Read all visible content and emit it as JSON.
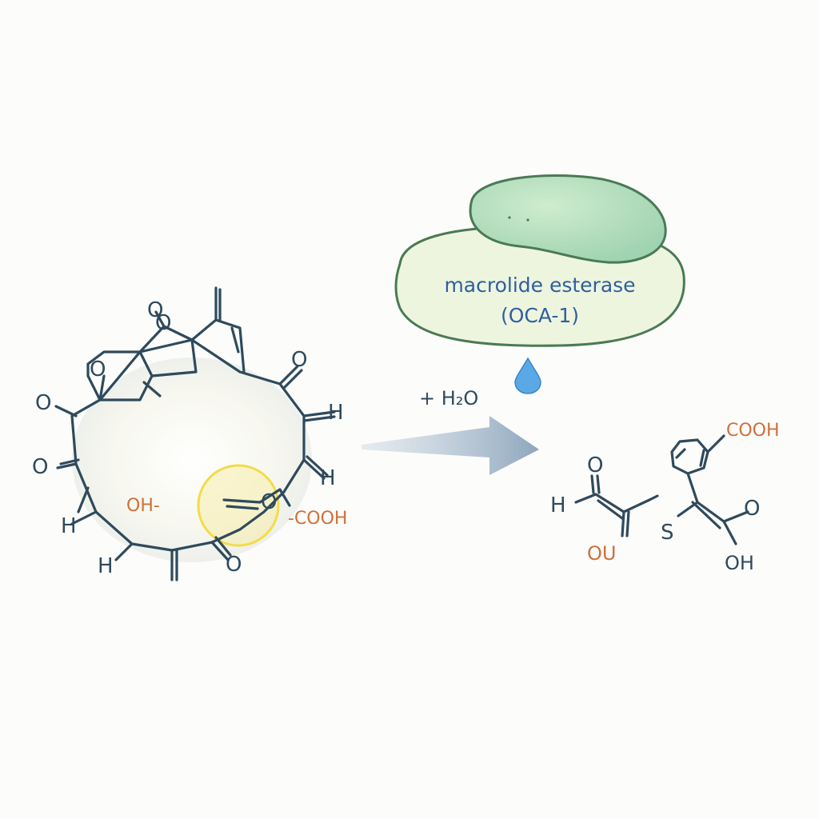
{
  "enzyme": {
    "name": "macrolide esterase",
    "code": "(OCA-1)",
    "color_body": "#eef5df",
    "color_cap": "#a9d9b6",
    "color_outline": "#4a7a55",
    "text_color": "#2f5f9e"
  },
  "reaction": {
    "reagent": "+ H₂O",
    "arrow_color": "#8ea6bd",
    "water_drop_color": "#5aa9e6"
  },
  "substrate": {
    "label_oh": "OH-",
    "label_cooh": "-COOH",
    "atoms": [
      "O",
      "O",
      "O",
      "O",
      "O",
      "O",
      "O",
      "O",
      "H",
      "H",
      "H",
      "H"
    ],
    "highlight_color": "#f2dc4a"
  },
  "products": {
    "left_label_ou": "OU",
    "left_atoms": [
      "O",
      "H"
    ],
    "right_label_cooh": "COOH",
    "right_label_oh": "OH",
    "right_atoms": [
      "S",
      "O"
    ]
  },
  "colors": {
    "bond": "#2f4a5c",
    "accent_orange": "#d0703a"
  }
}
